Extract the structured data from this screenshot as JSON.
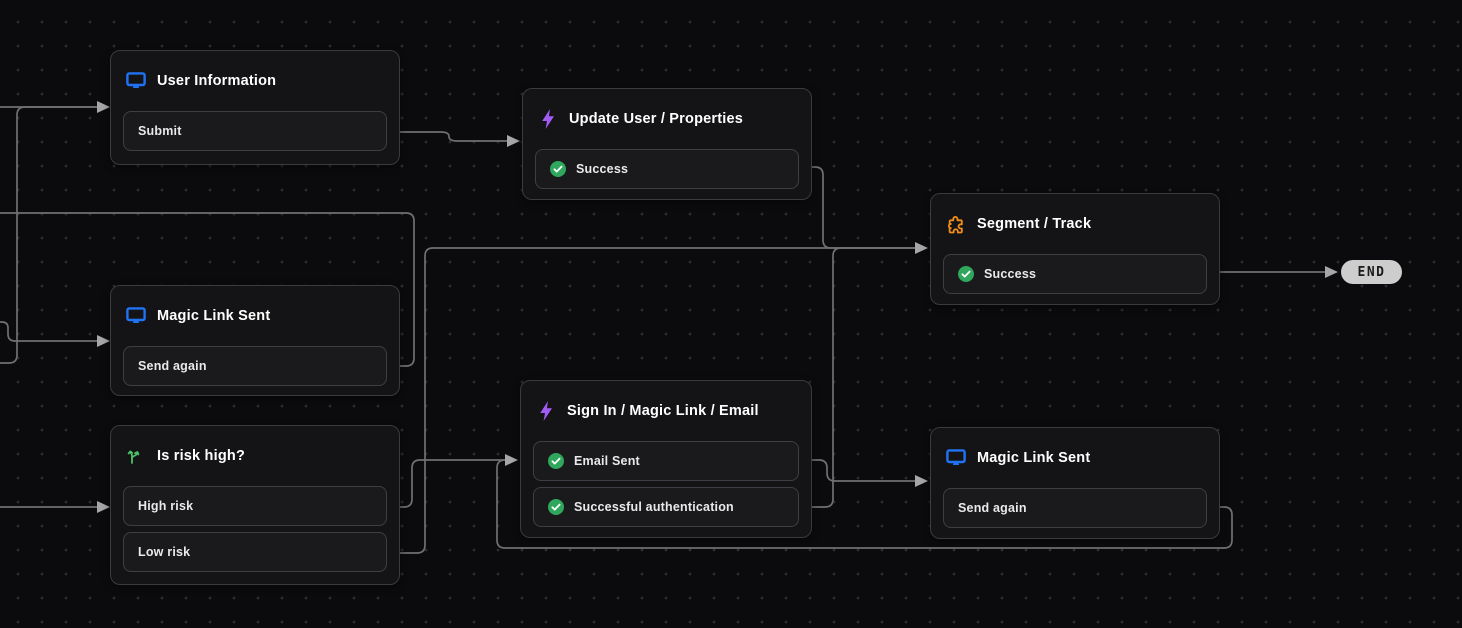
{
  "end_node": {
    "label": "END"
  },
  "nodes": {
    "user_information": {
      "title": "User Information",
      "icon": "screen-icon",
      "rows": [
        {
          "label": "Submit",
          "status": "none"
        }
      ]
    },
    "update_user_properties": {
      "title": "Update User / Properties",
      "icon": "lightning-icon",
      "rows": [
        {
          "label": "Success",
          "status": "success"
        }
      ]
    },
    "segment_track": {
      "title": "Segment / Track",
      "icon": "puzzle-icon",
      "rows": [
        {
          "label": "Success",
          "status": "success"
        }
      ]
    },
    "magic_link_sent_left": {
      "title": "Magic Link Sent",
      "icon": "screen-icon",
      "rows": [
        {
          "label": "Send again",
          "status": "none"
        }
      ]
    },
    "is_risk_high": {
      "title": "Is risk high?",
      "icon": "branch-icon",
      "rows": [
        {
          "label": "High risk",
          "status": "none"
        },
        {
          "label": "Low risk",
          "status": "none"
        }
      ]
    },
    "sign_in_magic_link_email": {
      "title": "Sign In / Magic Link / Email",
      "icon": "lightning-icon",
      "rows": [
        {
          "label": "Email Sent",
          "status": "success"
        },
        {
          "label": "Successful authentication",
          "status": "success"
        }
      ]
    },
    "magic_link_sent_right": {
      "title": "Magic Link Sent",
      "icon": "screen-icon",
      "rows": [
        {
          "label": "Send again",
          "status": "none"
        }
      ]
    }
  },
  "colors": {
    "background": "#0b0b0d",
    "node_bg": "#141416",
    "node_border": "#3a3a3f",
    "row_bg": "#1a1a1c",
    "row_border": "#3e3e44",
    "edge": "#707074",
    "handle": "#a6a6a9",
    "screen_icon": "#2173f5",
    "lightning_icon": "#a35bf5",
    "puzzle_icon": "#ef8e1b",
    "branch_icon": "#4cc16a",
    "success_icon": "#2fa75c",
    "end_bg": "#cdcdcd",
    "end_text": "#1b1b1b"
  }
}
